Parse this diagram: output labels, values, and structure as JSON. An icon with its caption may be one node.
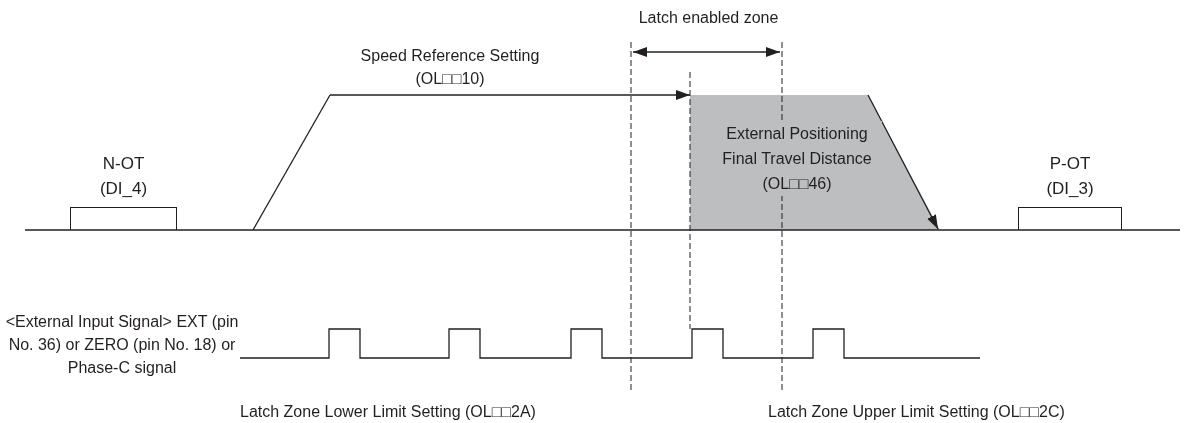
{
  "diagram": {
    "nodes": [
      {
        "text": [
          "N-OT (DI_4)"
        ]
      },
      {
        "text": [
          "External Positioning Final Travel Distance (OL□□46)"
        ]
      },
      {
        "text": [
          "P-OT (DI_3)"
        ]
      }
    ],
    "labels": [
      "Latch enabled zone",
      "Speed Reference Setting (OL□□10)",
      "<External Input Signal> EXT (pin No. 36) or ZERO (pin No. 18) or Phase-C signal",
      "Latch Zone Lower Limit Setting (OL□□2A)",
      "Latch Zone Upper Limit Setting (OL□□2C)"
    ]
  }
}
